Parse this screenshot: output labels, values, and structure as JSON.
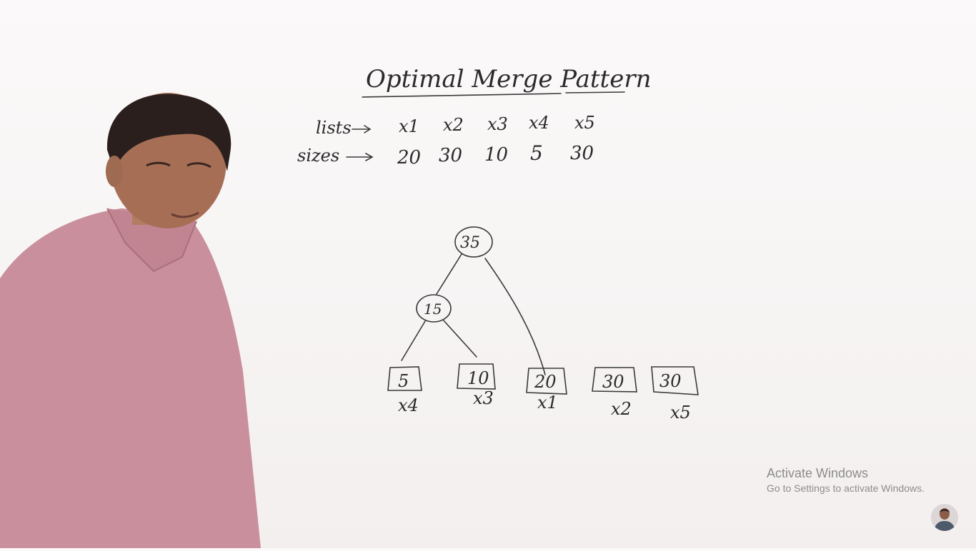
{
  "title": "Optimal Merge Pattern",
  "table": {
    "row1_label": "lists",
    "row2_label": "sizes",
    "lists": [
      "x1",
      "x2",
      "x3",
      "x4",
      "x5"
    ],
    "sizes": [
      "20",
      "30",
      "10",
      "5",
      "30"
    ]
  },
  "tree": {
    "root": "35",
    "mid": "15",
    "leaves": [
      {
        "size": "5",
        "name": "x4"
      },
      {
        "size": "10",
        "name": "x3"
      },
      {
        "size": "20",
        "name": "x1"
      },
      {
        "size": "30",
        "name": "x2"
      },
      {
        "size": "30",
        "name": "x5"
      }
    ]
  },
  "watermark": {
    "line1": "Activate Windows",
    "line2": "Go to Settings to activate Windows."
  }
}
